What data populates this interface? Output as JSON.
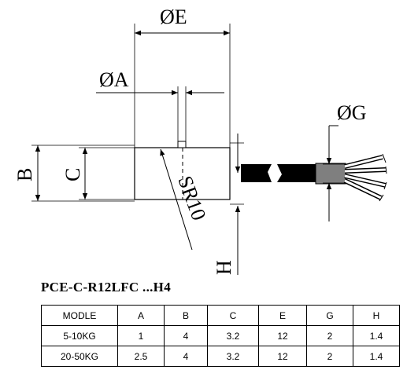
{
  "drawing": {
    "labels": {
      "E": "ØE",
      "A": "ØA",
      "G": "ØG",
      "B": "B",
      "C": "C",
      "H": "H",
      "SR": "SR10"
    }
  },
  "model_title": "PCE-C-R12LFC ...H4",
  "table": {
    "headers": [
      "MODLE",
      "A",
      "B",
      "C",
      "E",
      "G",
      "H"
    ],
    "rows": [
      [
        "5-10KG",
        "1",
        "4",
        "3.2",
        "12",
        "2",
        "1.4"
      ],
      [
        "20-50KG",
        "2.5",
        "4",
        "3.2",
        "12",
        "2",
        "1.4"
      ]
    ]
  }
}
